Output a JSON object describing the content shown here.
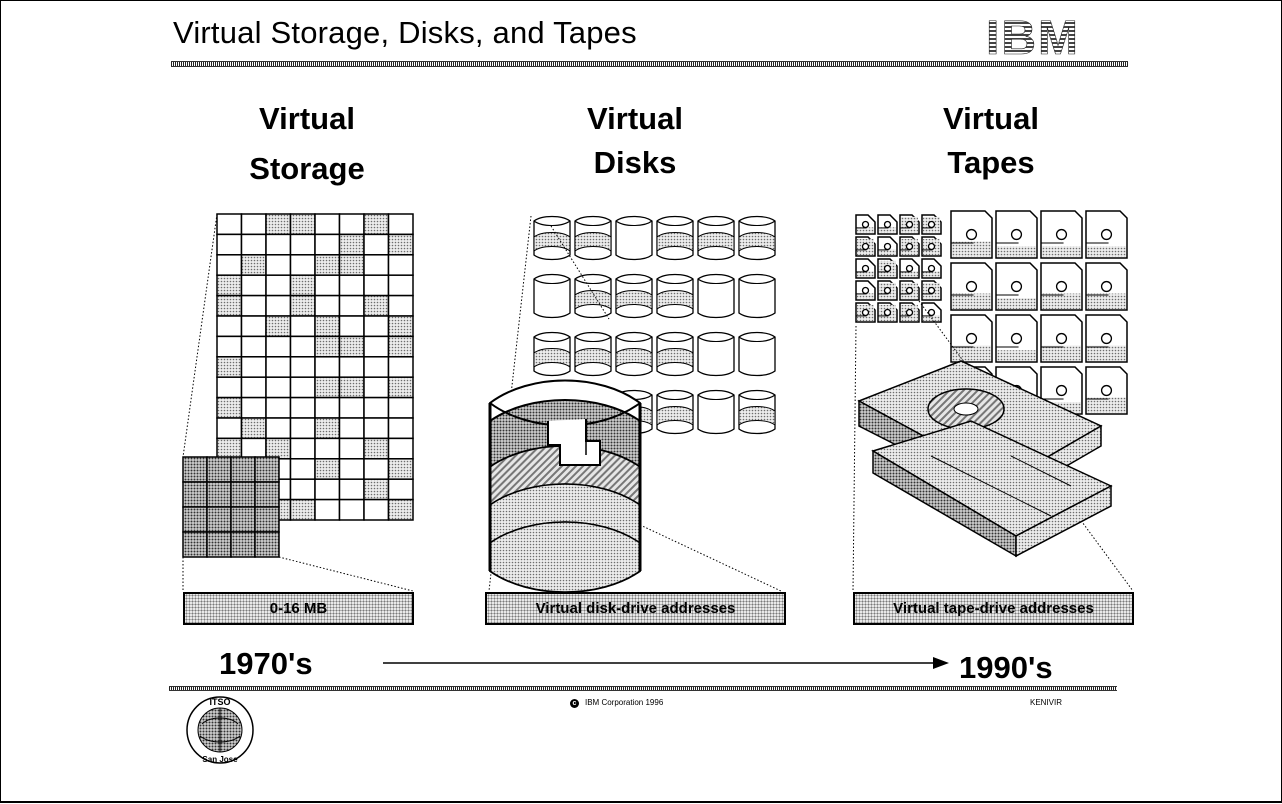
{
  "slide": {
    "title": "Virtual Storage, Disks, and Tapes",
    "logo": {
      "text": "IBM",
      "icon": "ibm-logo-icon"
    }
  },
  "columns": [
    {
      "title_line1": "Virtual",
      "title_line2": "Storage",
      "label": "0-16 MB",
      "icon": "memory-grid-icon"
    },
    {
      "title_line1": "Virtual",
      "title_line2": "Disks",
      "label": "Virtual disk-drive addresses",
      "icon": "disk-stack-icon"
    },
    {
      "title_line1": "Virtual",
      "title_line2": "Tapes",
      "label": "Virtual tape-drive addresses",
      "icon": "tape-cartridge-icon"
    }
  ],
  "timeline": {
    "start": "1970's",
    "end": "1990's",
    "icon": "arrow-right-icon"
  },
  "footer": {
    "copyright": "IBM Corporation 1996",
    "code": "KENIVIR",
    "seal_top": "ITSO",
    "seal_bottom": "San Jose",
    "seal_icon": "itso-seal-icon",
    "copyright_icon": "copyright-icon"
  },
  "colors": {
    "ink": "#000000",
    "paper": "#ffffff",
    "shade": "#c8c8c8"
  }
}
